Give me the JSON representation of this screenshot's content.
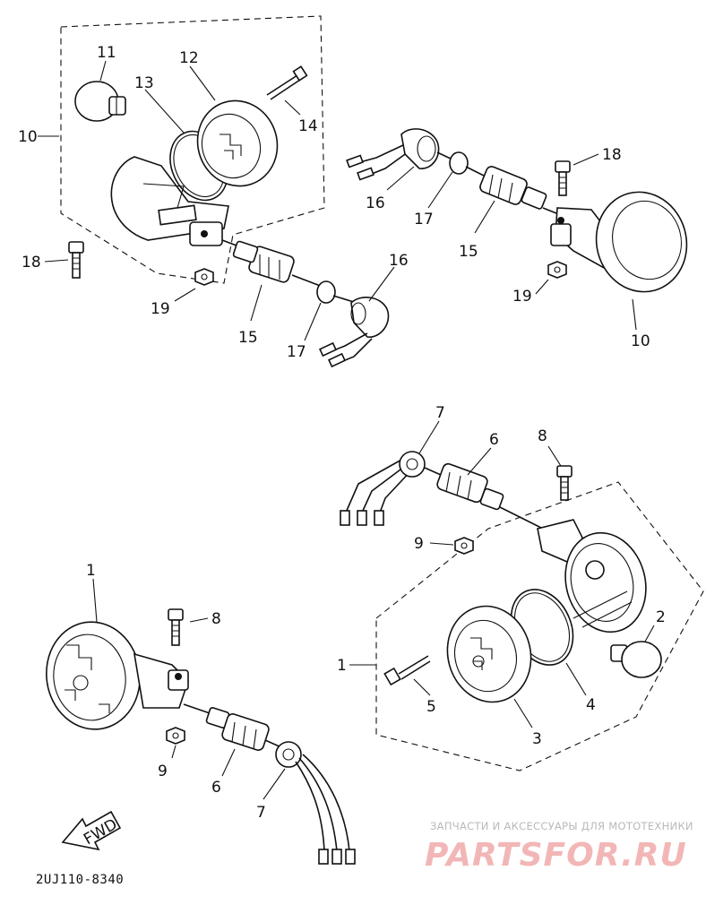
{
  "labels": {
    "top_left": [
      "10",
      "11",
      "12",
      "13",
      "14",
      "18",
      "19",
      "15",
      "17",
      "16"
    ],
    "top_right": [
      "16",
      "17",
      "15",
      "18",
      "19",
      "10"
    ],
    "bottom_right": [
      "7",
      "6",
      "8",
      "9",
      "2",
      "1",
      "5",
      "4",
      "3"
    ],
    "bottom_left": [
      "1",
      "8",
      "9",
      "6",
      "7"
    ]
  },
  "arrow_text": "FWD",
  "diagram_code": "2UJ110-8340",
  "watermark": {
    "caption": "ЗАПЧАСТИ И АКСЕССУАРЫ ДЛЯ МОТОТЕХНИКИ",
    "brand": "PARTSFOR.RU",
    "color": "#f2b6b6"
  }
}
